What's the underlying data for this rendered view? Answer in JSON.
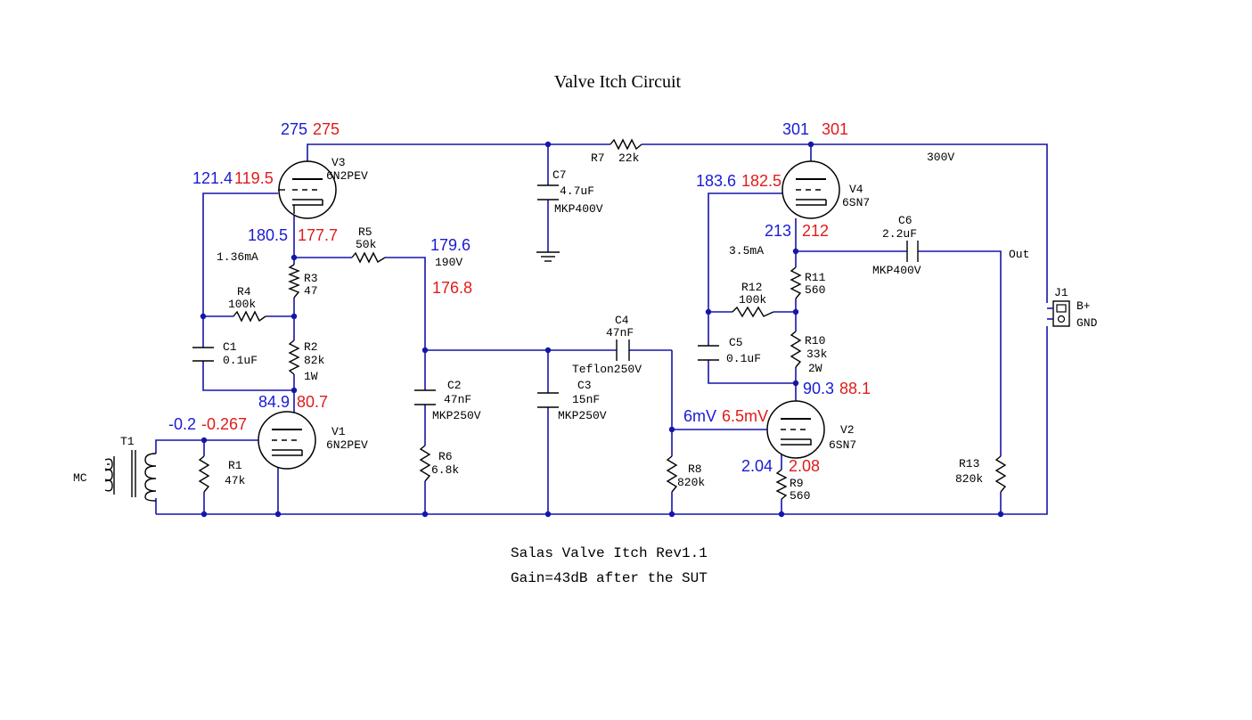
{
  "title": "Valve Itch Circuit",
  "footer": {
    "line1": "Salas Valve Itch Rev1.1",
    "line2": "Gain=43dB after the SUT"
  },
  "parts": {
    "V3": {
      "name": "V3",
      "value": "6N2PEV"
    },
    "V1": {
      "name": "V1",
      "value": "6N2PEV"
    },
    "V4": {
      "name": "V4",
      "value": "6SN7"
    },
    "V2": {
      "name": "V2",
      "value": "6SN7"
    },
    "R1": {
      "name": "R1",
      "value": "47k"
    },
    "R2": {
      "name": "R2",
      "value": "82k",
      "extra": "1W"
    },
    "R3": {
      "name": "R3",
      "value": "47"
    },
    "R4": {
      "name": "R4",
      "value": "100k"
    },
    "R5": {
      "name": "R5",
      "value": "50k"
    },
    "R6": {
      "name": "R6",
      "value": "6.8k"
    },
    "R7": {
      "name": "R7",
      "value": "22k"
    },
    "R8": {
      "name": "R8",
      "value": "820k"
    },
    "R9": {
      "name": "R9",
      "value": "560"
    },
    "R10": {
      "name": "R10",
      "value": "33k",
      "extra": "2W"
    },
    "R11": {
      "name": "R11",
      "value": "560"
    },
    "R12": {
      "name": "R12",
      "value": "100k"
    },
    "R13": {
      "name": "R13",
      "value": "820k"
    },
    "C1": {
      "name": "C1",
      "value": "0.1uF"
    },
    "C2": {
      "name": "C2",
      "value": "47nF",
      "extra": "MKP250V"
    },
    "C3": {
      "name": "C3",
      "value": "15nF",
      "extra": "MKP250V"
    },
    "C4": {
      "name": "C4",
      "value": "47nF",
      "extra": "Teflon250V"
    },
    "C5": {
      "name": "C5",
      "value": "0.1uF"
    },
    "C6": {
      "name": "C6",
      "value": "2.2uF",
      "extra": "MKP400V"
    },
    "C7": {
      "name": "C7",
      "value": "4.7uF",
      "extra": "MKP400V"
    },
    "T1": {
      "name": "T1"
    },
    "J1": {
      "name": "J1"
    }
  },
  "labels": {
    "mc": "MC",
    "out": "Out",
    "bplus": "B+",
    "gnd": "GND",
    "v300": "300V",
    "v190": "190V",
    "i136": "1.36mA",
    "i35": "3.5mA"
  },
  "readings": {
    "v3_plate_blue": "275",
    "v3_plate_red": "275",
    "v3_grid_blue": "121.4",
    "v3_grid_red": "119.5",
    "v3_cath_blue": "180.5",
    "v3_cath_red": "177.7",
    "r5_blue": "179.6",
    "r5_red": "176.8",
    "v1_plate_blue": "84.9",
    "v1_plate_red": "80.7",
    "v1_grid_blue": "-0.2",
    "v1_grid_red": "-0.267",
    "v4_plate_blue": "301",
    "v4_plate_red": "301",
    "v4_grid_blue": "183.6",
    "v4_grid_red": "182.5",
    "v4_cath_blue": "213",
    "v4_cath_red": "212",
    "v2_plate_blue": "90.3",
    "v2_plate_red": "88.1",
    "v2_grid_blue": "6mV",
    "v2_grid_red": "6.5mV",
    "v2_cath_blue": "2.04",
    "v2_cath_red": "2.08"
  }
}
